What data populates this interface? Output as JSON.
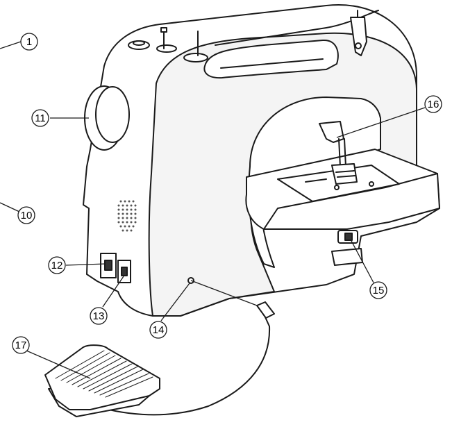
{
  "callouts": [
    {
      "id": "c1",
      "label": "①"
    },
    {
      "id": "c10",
      "label": "⑩"
    },
    {
      "id": "c11",
      "label": "⑪"
    },
    {
      "id": "c12",
      "label": "⑫"
    },
    {
      "id": "c13",
      "label": "⑬"
    },
    {
      "id": "c14",
      "label": "⑭"
    },
    {
      "id": "c15",
      "label": "⑮"
    },
    {
      "id": "c16",
      "label": "⑯"
    },
    {
      "id": "c17",
      "label": "⑰"
    }
  ],
  "colors": {
    "line": "#1a1a1a",
    "fill": "#ffffff",
    "shade": "#e8e8e8"
  }
}
